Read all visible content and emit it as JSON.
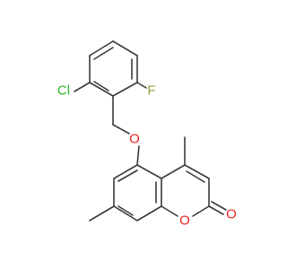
{
  "molecule": {
    "atoms": {
      "cl": {
        "symbol": "Cl",
        "color": "#2bb52b"
      },
      "f": {
        "symbol": "F",
        "color": "#8aa83a"
      },
      "o_ether": {
        "symbol": "O",
        "color": "#e8211c"
      },
      "o_ring": {
        "symbol": "O",
        "color": "#e8211c"
      },
      "o_carbonyl": {
        "symbol": "O",
        "color": "#e8211c"
      }
    },
    "bond_color": "#3a3a3a"
  }
}
